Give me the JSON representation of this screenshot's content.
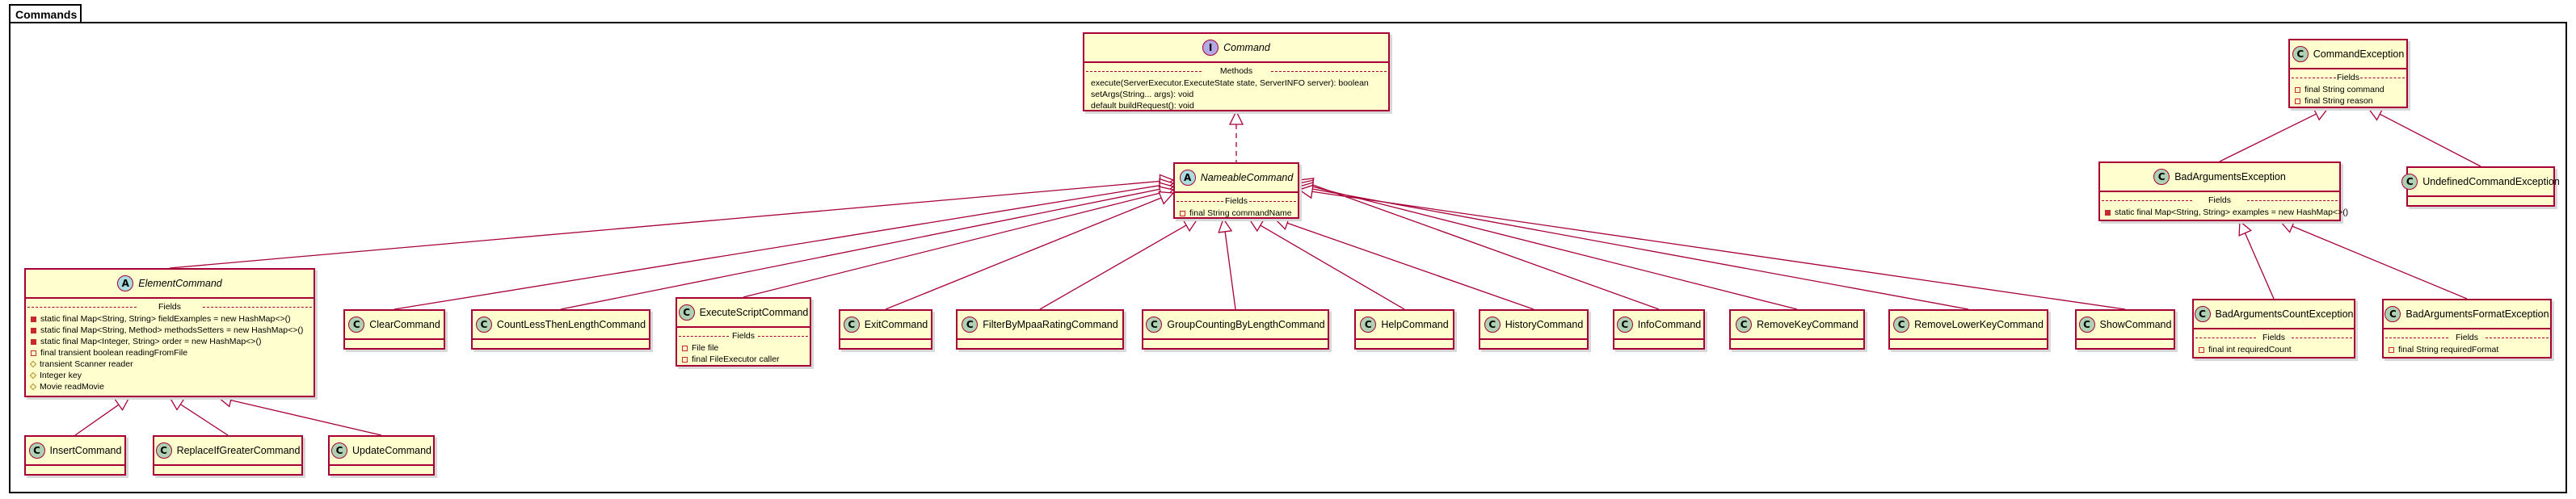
{
  "package": {
    "name": "Commands"
  },
  "classes": {
    "command": {
      "name": "Command",
      "stereo_icon": "I",
      "section_title": "Methods",
      "methods": [
        "execute(ServerExecutor.ExecuteState state, ServerINFO server): boolean",
        "setArgs(String... args): void",
        "default buildRequest(): void"
      ]
    },
    "nameable": {
      "name": "NameableCommand",
      "stereo_icon": "A",
      "section_title": "Fields",
      "fields": [
        "final String commandName"
      ]
    },
    "element": {
      "name": "ElementCommand",
      "stereo_icon": "A",
      "section_title": "Fields",
      "fields": [
        "static final Map<String, String> fieldExamples = new HashMap<>()",
        "static final Map<String, Method> methodsSetters = new HashMap<>()",
        "static final Map<Integer, String> order = new HashMap<>()",
        "final transient boolean readingFromFile",
        "transient Scanner reader",
        "Integer key",
        "Movie readMovie"
      ]
    },
    "clear": {
      "name": "ClearCommand",
      "stereo_icon": "C"
    },
    "countLess": {
      "name": "CountLessThenLengthCommand",
      "stereo_icon": "C"
    },
    "executeScript": {
      "name": "ExecuteScriptCommand",
      "stereo_icon": "C",
      "section_title": "Fields",
      "fields": [
        "File file",
        "final FileExecutor caller"
      ]
    },
    "exit": {
      "name": "ExitCommand",
      "stereo_icon": "C"
    },
    "filterByMpaa": {
      "name": "FilterByMpaaRatingCommand",
      "stereo_icon": "C"
    },
    "groupCounting": {
      "name": "GroupCountingByLengthCommand",
      "stereo_icon": "C"
    },
    "help": {
      "name": "HelpCommand",
      "stereo_icon": "C"
    },
    "history": {
      "name": "HistoryCommand",
      "stereo_icon": "C"
    },
    "info": {
      "name": "InfoCommand",
      "stereo_icon": "C"
    },
    "removeKey": {
      "name": "RemoveKeyCommand",
      "stereo_icon": "C"
    },
    "removeLowerKey": {
      "name": "RemoveLowerKeyCommand",
      "stereo_icon": "C"
    },
    "show": {
      "name": "ShowCommand",
      "stereo_icon": "C"
    },
    "insert": {
      "name": "InsertCommand",
      "stereo_icon": "C"
    },
    "replaceIfGreater": {
      "name": "ReplaceIfGreaterCommand",
      "stereo_icon": "C"
    },
    "update": {
      "name": "UpdateCommand",
      "stereo_icon": "C"
    },
    "commandException": {
      "name": "CommandException",
      "stereo_icon": "C",
      "section_title": "Fields",
      "fields": [
        "final String command",
        "final String reason"
      ]
    },
    "badArgs": {
      "name": "BadArgumentsException",
      "stereo_icon": "C",
      "section_title": "Fields",
      "fields": [
        "static final Map<String, String> examples = new HashMap<>()"
      ]
    },
    "undefinedCommand": {
      "name": "UndefinedCommandException",
      "stereo_icon": "C"
    },
    "badArgsCount": {
      "name": "BadArgumentsCountException",
      "stereo_icon": "C",
      "section_title": "Fields",
      "fields": [
        "final int requiredCount"
      ]
    },
    "badArgsFormat": {
      "name": "BadArgumentsFormatException",
      "stereo_icon": "C",
      "section_title": "Fields",
      "fields": [
        "final String requiredFormat"
      ]
    }
  },
  "colors": {
    "border": "#a80036",
    "fill": "#fefece",
    "class_icon": "#add1b2",
    "abstract_icon": "#a9dcdf",
    "interface_icon": "#b4a7e5"
  }
}
